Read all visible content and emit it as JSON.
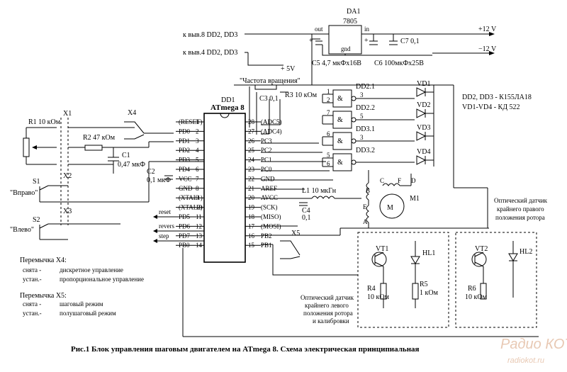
{
  "left_labels": {
    "pin8_dd": "к выв.8 DD2, DD3",
    "pin4_dd": "к выв.4 DD2, DD3",
    "plus5v": "+ 5V"
  },
  "regulator": {
    "name": "DA1",
    "part": "7805",
    "out": "out",
    "in": "in",
    "gnd": "gnd"
  },
  "power": {
    "plus12": "+12 V",
    "minus12": "−12 V",
    "c5": "C5 4,7 мкФх16В",
    "c6": "C6 100мкФх25В",
    "c7": "C7  0,1"
  },
  "freq_label": "\"Частота вращения\"",
  "r3": "R3 10 кОм",
  "c3": "C3 0,1",
  "dd1": "DD1",
  "mcu": {
    "title": "ATmega 8",
    "left_pins": [
      {
        "name": "(RESET)",
        "num": "1"
      },
      {
        "name": "PD0",
        "num": "2"
      },
      {
        "name": "PD1",
        "num": "3"
      },
      {
        "name": "PD2",
        "num": "4"
      },
      {
        "name": "PD3",
        "num": "5"
      },
      {
        "name": "PD4",
        "num": "6"
      },
      {
        "name": "VCC",
        "num": "7"
      },
      {
        "name": "GND",
        "num": "8"
      },
      {
        "name": "(XTAL1)",
        "num": "9"
      },
      {
        "name": "(XTAL2)",
        "num": "10"
      },
      {
        "name": "PD5",
        "num": "11"
      },
      {
        "name": "PD6",
        "num": "12"
      },
      {
        "name": "PD7",
        "num": "13"
      },
      {
        "name": "PB0",
        "num": "14"
      }
    ],
    "right_pins": [
      {
        "num": "28",
        "name": "(ADC5)"
      },
      {
        "num": "27",
        "name": "(ADC4)"
      },
      {
        "num": "26",
        "name": "PC3"
      },
      {
        "num": "25",
        "name": "PC2"
      },
      {
        "num": "24",
        "name": "PC1"
      },
      {
        "num": "23",
        "name": "PC0"
      },
      {
        "num": "22",
        "name": "GND"
      },
      {
        "num": "21",
        "name": "AREF"
      },
      {
        "num": "20",
        "name": "AVCC"
      },
      {
        "num": "19",
        "name": "(SCK)"
      },
      {
        "num": "18",
        "name": "(MISO)"
      },
      {
        "num": "17",
        "name": "(MOSI)"
      },
      {
        "num": "16",
        "name": "PB2"
      },
      {
        "num": "15",
        "name": "PB1"
      }
    ]
  },
  "gates": [
    {
      "name": "DD2.1",
      "in1": "1",
      "in2": "2",
      "out": "3"
    },
    {
      "name": "DD2.2",
      "in1": "7",
      "in2": "",
      "out": "5"
    },
    {
      "name": "DD3.1",
      "in1": "6",
      "in2": "",
      "out": "3"
    },
    {
      "name": "DD3.2",
      "in1": "5",
      "in2": "6",
      "out": ""
    }
  ],
  "diodes": [
    "VD1",
    "VD2",
    "VD3",
    "VD4"
  ],
  "parts_note": [
    "DD2, DD3 - К155ЛА18",
    "VD1-VD4 - КД 522"
  ],
  "motor": {
    "name": "M1",
    "taps": [
      "A",
      "B",
      "C",
      "D",
      "E",
      "F"
    ]
  },
  "l1": "L1  10 мкГн",
  "c4": [
    "C4",
    "0,1"
  ],
  "c1": [
    "C1",
    "0,47 мкФ"
  ],
  "c2": [
    "C2",
    "0,1 мкФ"
  ],
  "r1": "R1 10 кОм",
  "r2": "R2  47 кОм",
  "connectors": [
    "X1",
    "X2",
    "X3",
    "X4",
    "X5"
  ],
  "switches": [
    {
      "name": "S1",
      "label": "\"Вправо\""
    },
    {
      "name": "S2",
      "label": "\"Влево\""
    }
  ],
  "signals": [
    "reset",
    "revers",
    "step"
  ],
  "sensor_left": {
    "vt": "VT1",
    "hl": "HL1",
    "r4": [
      "R4",
      "10 кОм"
    ],
    "r5": [
      "R5",
      "1 кОм"
    ],
    "caption": [
      "Оптический датчик",
      "крайнего левого",
      "положения ротора",
      "и калибровки"
    ]
  },
  "sensor_right": {
    "vt": "VT2",
    "hl": "HL2",
    "r6": [
      "R6",
      "10 кОм"
    ],
    "caption": [
      "Оптический датчик",
      "крайнего правого",
      "положения ротора"
    ]
  },
  "jumper_x4": {
    "title": "Перемычка X4:",
    "lines": [
      {
        "k": "снята -",
        "v": "дискретное управление"
      },
      {
        "k": "устан.-",
        "v": "пропорциональное управление"
      }
    ]
  },
  "jumper_x5": {
    "title": "Перемычка X5:",
    "lines": [
      {
        "k": "снята -",
        "v": "шаговый режим"
      },
      {
        "k": "устан.-",
        "v": "полушаговый режим"
      }
    ]
  },
  "caption": "Рис.1  Блок управления шаговым двигателем на ATmega 8. Схема электрическая принципиальная",
  "watermark": {
    "logo": "Радио КОТ",
    "url": "radiokot.ru"
  }
}
